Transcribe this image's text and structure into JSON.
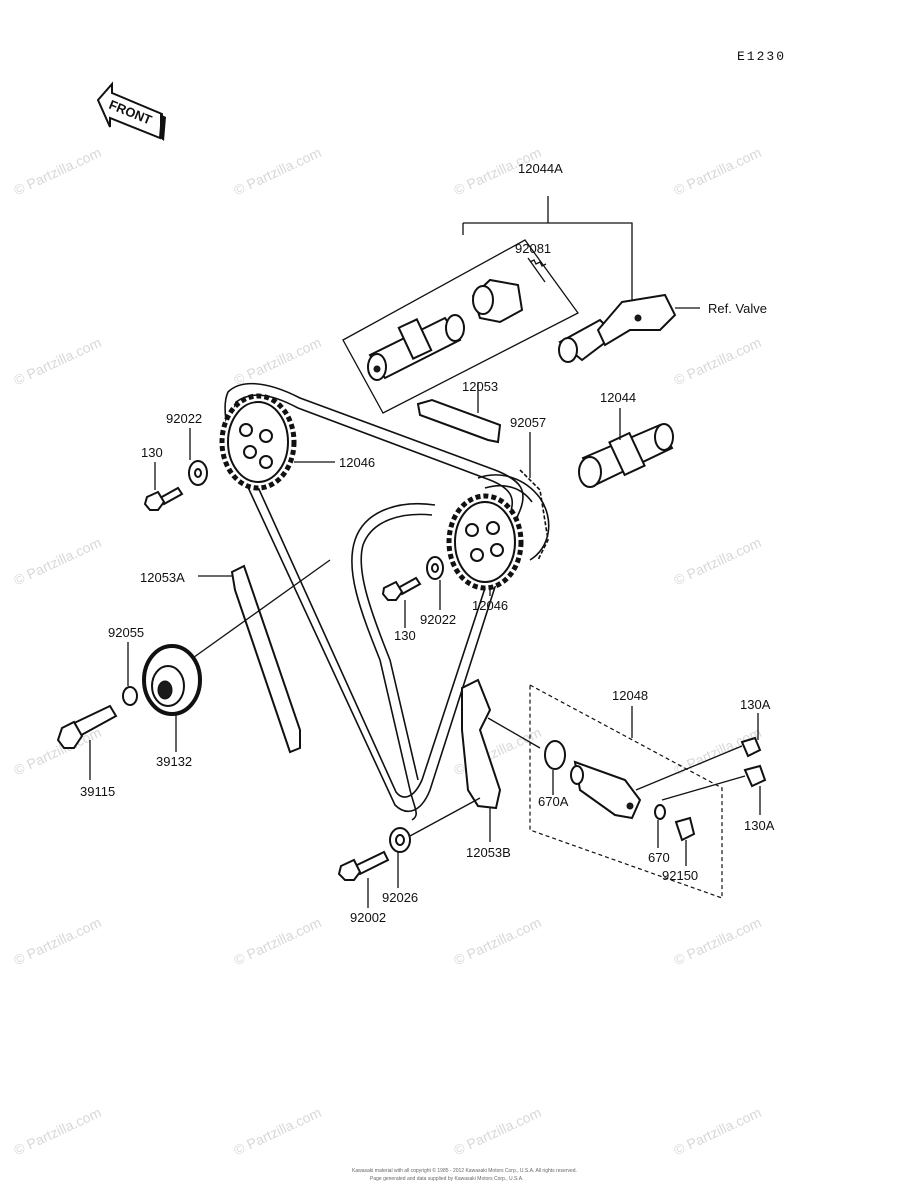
{
  "diagram_code": "E1230",
  "front_label": "FRONT",
  "watermark_text": "© Partzilla.com",
  "footer_lines": [
    "Kawasaki material with all copyright © 1985 - 2012 Kawasaki Motors Corp., U.S.A. All rights reserved.",
    "Page generated and data supplied by Kawasaki Motors Corp., U.S.A."
  ],
  "labels": {
    "l_12044A": "12044A",
    "l_92081": "92081",
    "l_refvalve": "Ref. Valve",
    "l_12053": "12053",
    "l_92057": "92057",
    "l_12044": "12044",
    "l_92022a": "92022",
    "l_130a": "130",
    "l_12046a": "12046",
    "l_12053A": "12053A",
    "l_92055": "92055",
    "l_39132": "39132",
    "l_39115": "39115",
    "l_130b": "130",
    "l_92022b": "92022",
    "l_12046b": "12046",
    "l_12048": "12048",
    "l_130A_1": "130A",
    "l_670A": "670A",
    "l_12053B": "12053B",
    "l_130A_2": "130A",
    "l_670": "670",
    "l_92150": "92150",
    "l_92026": "92026",
    "l_92002": "92002"
  }
}
